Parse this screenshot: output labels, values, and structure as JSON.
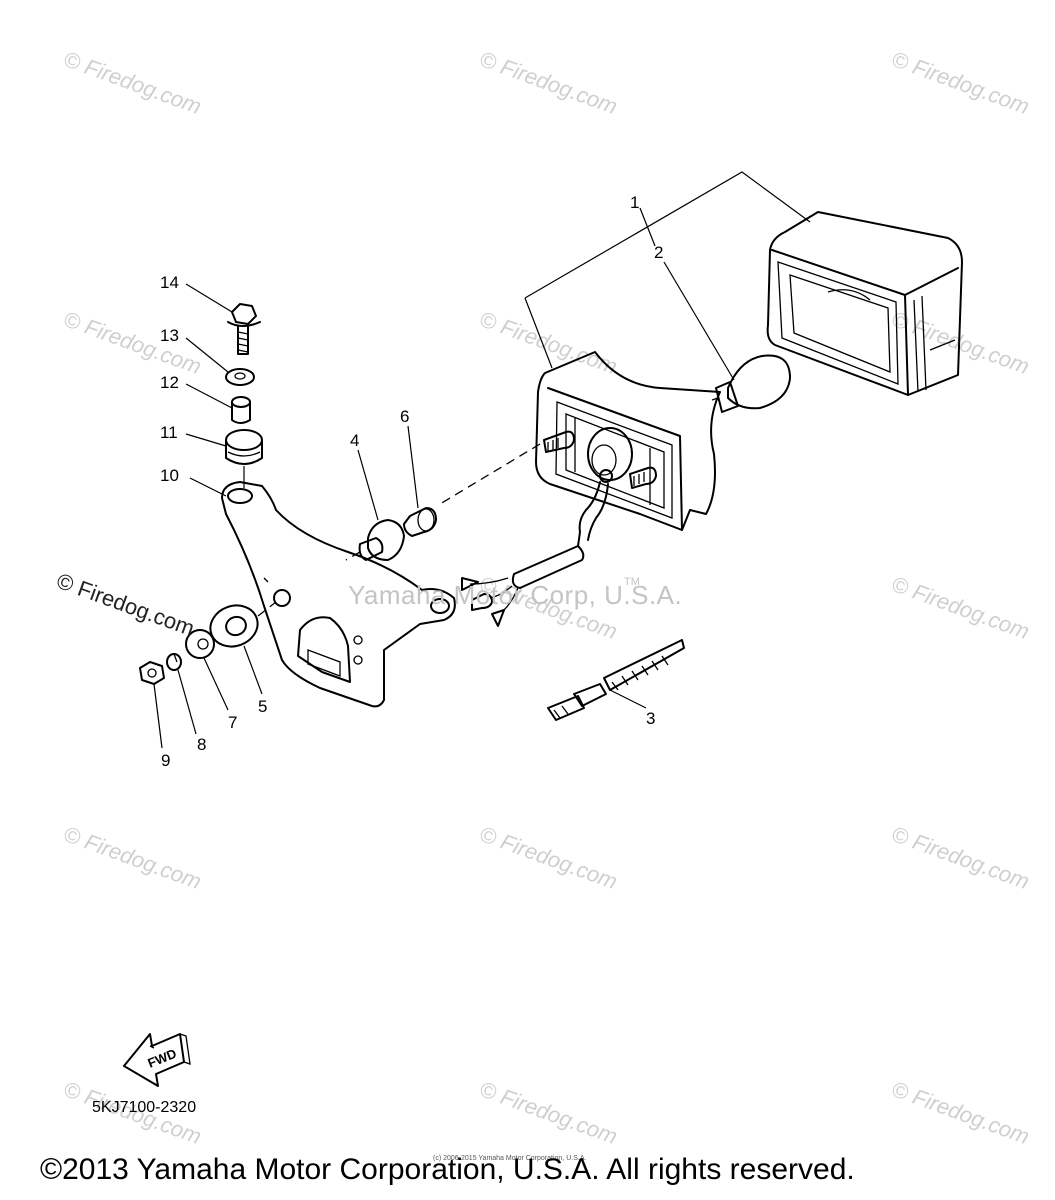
{
  "diagram": {
    "callouts": [
      "1",
      "2",
      "3",
      "4",
      "5",
      "6",
      "7",
      "8",
      "9",
      "10",
      "11",
      "12",
      "13",
      "14"
    ],
    "watermark_text": "© Firedog.com",
    "brand_watermark": "Yamaha Motor Corp, U.S.A.",
    "trademark_mark": "TM",
    "dark_watermark": "© Firedog.com",
    "fwd_label": "FWD",
    "diagram_code": "5KJ7100-2320",
    "small_copyright": "(c) 2006-2015 Yamaha Motor Corporation, U.S.A.",
    "copyright": "©2013 Yamaha Motor Corporation, U.S.A. All rights reserved."
  }
}
